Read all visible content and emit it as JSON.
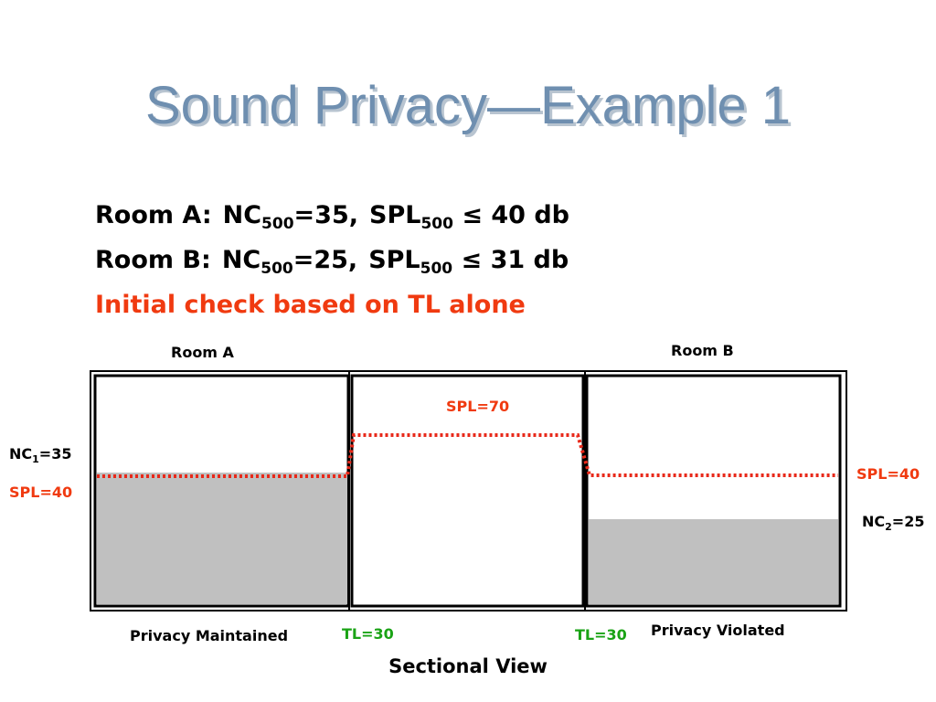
{
  "slide": {
    "title": "Sound Privacy—Example 1",
    "room_a_line": {
      "room": "Room A:",
      "nc_base": "NC",
      "nc_sub": "500",
      "nc_value": "=35,",
      "spl_base": "SPL",
      "spl_sub": "500",
      "spl_value": "≤ 40 db"
    },
    "room_b_line": {
      "room": "Room B:",
      "nc_base": "NC",
      "nc_sub": "500",
      "nc_value": "=25,",
      "spl_base": "SPL",
      "spl_sub": "500",
      "spl_value": "≤ 31 db"
    },
    "check_line": "Initial check based on TL alone"
  },
  "diagram": {
    "room_a_label": "Room A",
    "room_b_label": "Room B",
    "spl_center": "SPL=70",
    "nc1_base": "NC",
    "nc1_sub": "1",
    "nc1_value": "=35",
    "spl_left": "SPL=40",
    "spl_right": "SPL=40",
    "nc2_base": "NC",
    "nc2_sub": "2",
    "nc2_value": "=25",
    "privacy_maintained": "Privacy Maintained",
    "privacy_violated": "Privacy Violated",
    "tl_left": "TL=30",
    "tl_right": "TL=30",
    "sectional_view": "Sectional View",
    "colors": {
      "title": "#6f8fb0",
      "red_text": "#f03a10",
      "green_text": "#1aa315",
      "dotted_line": "#e8291a",
      "fill": "#c0c0c0"
    }
  }
}
